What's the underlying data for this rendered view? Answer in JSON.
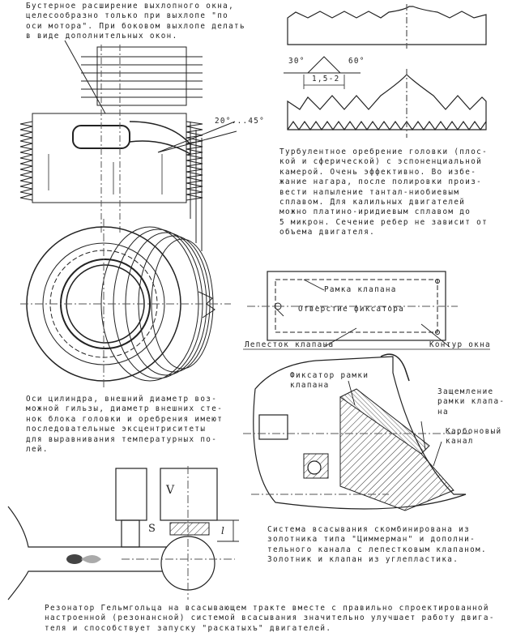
{
  "captions": {
    "top_left": "Бустерное расширение выхлопного окна,\nцелесообразно только при выхлопе \"по\nоси мотора\". При боковом выхлопе делать\nв виде дополнительных окон.",
    "turbulent": "Турбулентное оребрение головки (плос-\nкой и сферической) с эспоненциальной\nкамерой. Очень эффективно. Во избе-\nжание нагара, после полировки произ-\nвести напыление тантал-ниобиевым\nсплавом. Для калильных двигателей\nможно платино-иридиевым сплавом до\n5 микрон. Сечение ребер не зависит от\nобъема двигателя.",
    "cylinder": "Оси цилиндра, внешний диаметр воз-\nможной гильзы, диаметр внешних сте-\nнок блока головки и оребрения имеют\nпоследовательные эксцентриситеты\nдля выравнивания температурных по-\nлей.",
    "intake": "Система всасывания скомбинирована из\nзолотника типа \"Циммерман\" и дополни-\nтельного канала с лепестковым клапаном.\nЗолотник и клапан из углепластика.",
    "helmholtz": "Резонатор Гельмгольца на всасывающем тракте вместе с правильно спроектированной\nнастроенной (резонансной) системой всасывания значительно улучшает работу двига-\nтеля и способствует запуску \"раскатыхъ\" двигателей."
  },
  "labels": {
    "angle_range": "20°...45°",
    "angle_30": "30°",
    "angle_60": "60°",
    "dim_15_2": "1,5-2",
    "frame": "Рамка клапана",
    "retainer_hole": "Отверстие фиксатора",
    "petal": "Лепесток клапана",
    "window_contour": "Контур окна",
    "frame_retainer": "Фиксатор рамки\nклапана",
    "frame_clamp": "Защемление\nрамки клапа-\nна",
    "carbon_channel": "Карбоновый\nканал",
    "V": "V",
    "S": "S",
    "l": "l"
  }
}
